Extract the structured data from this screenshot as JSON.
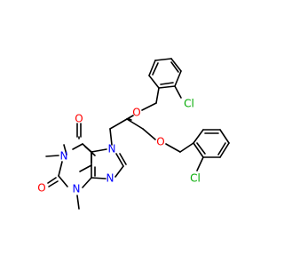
{
  "molecule": {
    "atom_labels": [
      {
        "id": "o_carbonyl_top",
        "text": "O",
        "color": "#ff0000"
      },
      {
        "id": "o_carbonyl_left",
        "text": "O",
        "color": "#ff0000"
      },
      {
        "id": "n1",
        "text": "N",
        "color": "#0000ff"
      },
      {
        "id": "n3",
        "text": "N",
        "color": "#0000ff"
      },
      {
        "id": "n7",
        "text": "N",
        "color": "#0000ff"
      },
      {
        "id": "n9",
        "text": "N",
        "color": "#0000ff"
      },
      {
        "id": "o_ether_1",
        "text": "O",
        "color": "#ff0000"
      },
      {
        "id": "o_ether_2",
        "text": "O",
        "color": "#ff0000"
      },
      {
        "id": "cl_top",
        "text": "Cl",
        "color": "#00aa00"
      },
      {
        "id": "cl_bottom",
        "text": "Cl",
        "color": "#00aa00"
      }
    ]
  }
}
